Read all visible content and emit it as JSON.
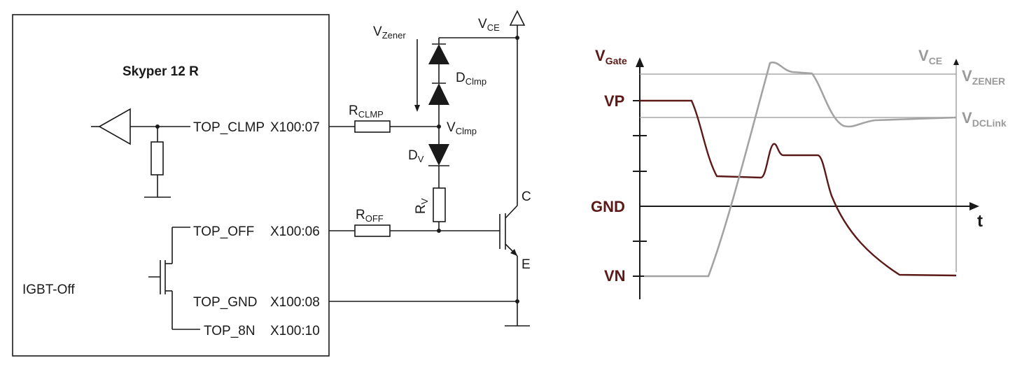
{
  "circuit": {
    "driver_title": "Skyper 12 R",
    "driver_mode": "IGBT-Off",
    "pins": {
      "top_clmp": "TOP_CLMP",
      "top_clmp_pin": "X100:07",
      "top_off": "TOP_OFF",
      "top_off_pin": "X100:06",
      "top_gnd": "TOP_GND",
      "top_gnd_pin": "X100:08",
      "top_8n": "TOP_8N",
      "top_8n_pin": "X100:10"
    },
    "components": {
      "r_clmp_main": "R",
      "r_clmp_sub": "CLMP",
      "r_off_main": "R",
      "r_off_sub": "OFF",
      "r_v_main": "R",
      "r_v_sub": "V",
      "d_clmp_main": "D",
      "d_clmp_sub": "Clmp",
      "d_v_main": "D",
      "d_v_sub": "V",
      "v_zener_main": "V",
      "v_zener_sub": "Zener",
      "v_ce_main": "V",
      "v_ce_sub": "CE",
      "v_clmp_main": "V",
      "v_clmp_sub": "Clmp",
      "collector": "C",
      "emitter": "E"
    }
  },
  "graph": {
    "y_left_main": "V",
    "y_left_sub": "Gate",
    "y_right_main": "V",
    "y_right_sub": "CE",
    "x_axis_label": "t",
    "levels": {
      "vp": "VP",
      "gnd": "GND",
      "vn": "VN"
    },
    "right_levels": {
      "vzener_main": "V",
      "vzener_sub": "ZENER",
      "vdclink_main": "V",
      "vdclink_sub": "DCLink"
    },
    "colors": {
      "gate": "#5b1a17",
      "vce": "#a3a3a3",
      "axis": "#1a1a1a"
    }
  }
}
